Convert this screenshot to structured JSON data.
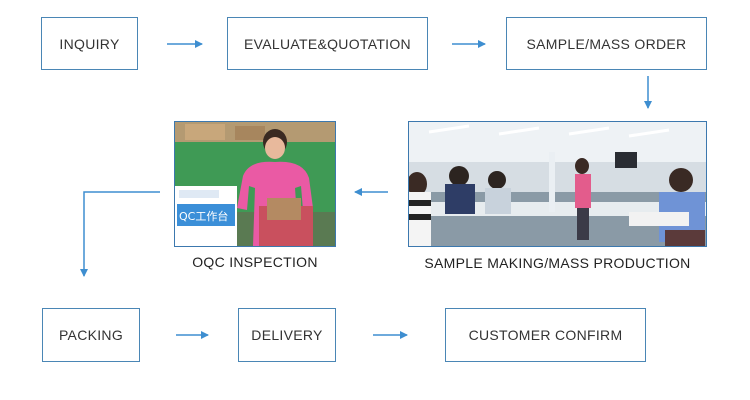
{
  "steps": {
    "inquiry": "INQUIRY",
    "evaluate": "EVALUATE&QUOTATION",
    "sample_order": "SAMPLE/MASS ORDER",
    "production": "SAMPLE MAKING/MASS PRODUCTION",
    "oqc": "OQC INSPECTION",
    "packing": "PACKING",
    "delivery": "DELIVERY",
    "confirm": "CUSTOMER CONFIRM"
  },
  "photos": {
    "oqc_sign": "QC工作台"
  },
  "colors": {
    "arrow": "#3e8ed0",
    "box_border": "#4a86b5"
  }
}
